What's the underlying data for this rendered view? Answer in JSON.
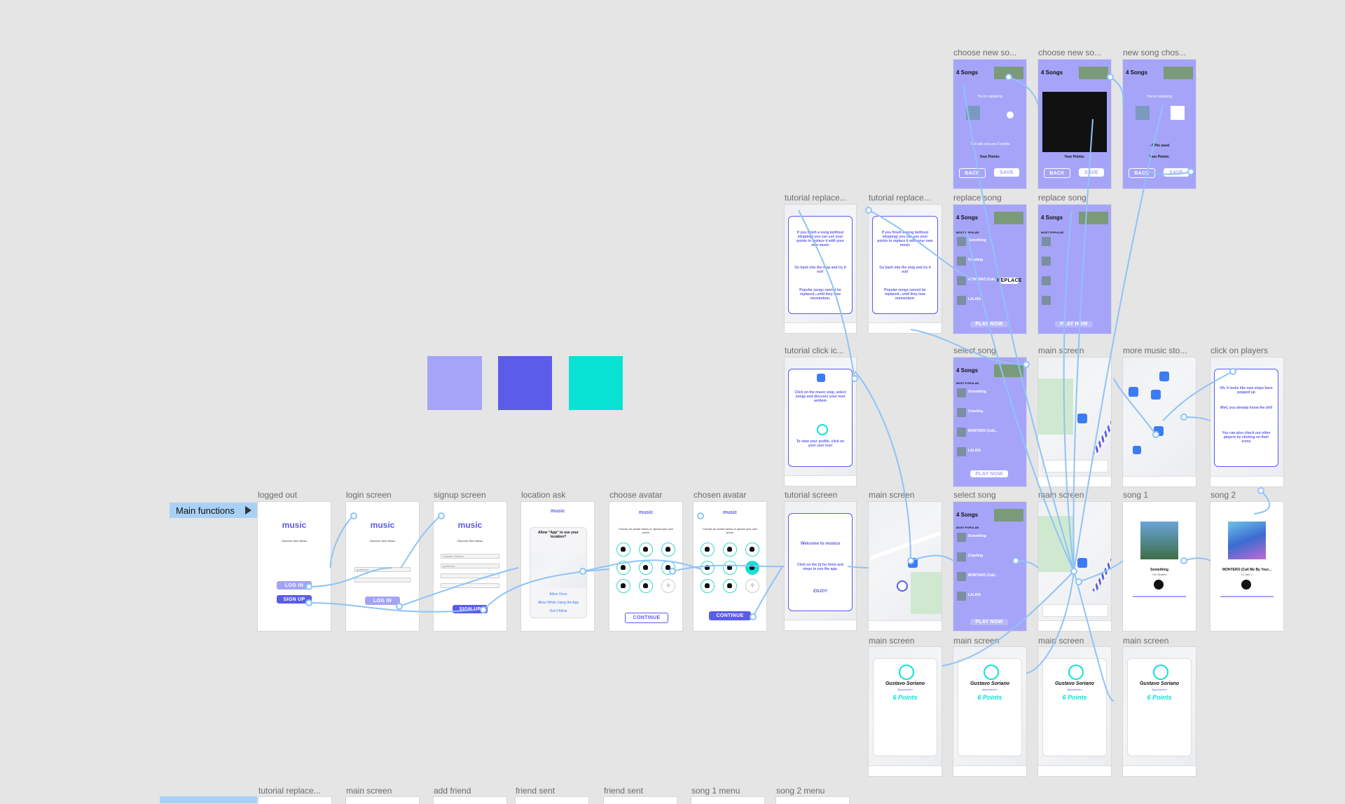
{
  "section_label": "Main functions",
  "colors": {
    "lavender": "#a6a4f9",
    "indigo": "#5b5ce8",
    "teal": "#09e3d6",
    "wire": "#8fc3f7",
    "canvas": "#e5e5e5"
  },
  "frame_labels": {
    "logged_out": "logged out",
    "login_screen": "login screen",
    "signup_screen": "signup screen",
    "location_ask": "location ask",
    "choose_avatar": "choose avatar",
    "chosen_avatar": "chosen avatar",
    "tutorial_screen": "tutorial screen",
    "main_screen_1": "main screen",
    "select_song_1": "select song",
    "main_screen_2": "main screen",
    "song_1": "song 1",
    "song_2": "song 2",
    "tutorial_click": "tutorial click ic...",
    "select_song_2": "select song",
    "main_screen_3": "main screen",
    "more_music": "more music sto...",
    "click_players": "click on players",
    "tutorial_replace_1": "tutorial replace...",
    "tutorial_replace_2": "tutorial replace...",
    "replace_song_1": "replace song",
    "replace_song_2": "replace song",
    "choose_new_1": "choose new so...",
    "choose_new_2": "choose new so...",
    "new_song_chosen": "new song chos...",
    "profile_1": "main screen",
    "profile_2": "main screen",
    "profile_3": "main screen",
    "profile_4": "main screen",
    "bottom_1": "tutorial replace...",
    "bottom_2": "main screen",
    "bottom_3": "add friend",
    "bottom_4": "friend sent",
    "bottom_5": "friend sent",
    "bottom_6": "song 1 menu",
    "bottom_7": "song 2 menu"
  },
  "app": {
    "logo": "music",
    "tagline": "Discover New Music",
    "login": "LOG IN",
    "signup": "SIGN UP",
    "username_value": "Gustavo Soriano",
    "user_handle": "gustavdro",
    "location_title": "Allow “App” to use your location?",
    "allow_once": "Allow Once",
    "allow_while": "Allow While Using the App",
    "dont_allow": "Don’t Allow",
    "choose_avatar_text": "Choose an avatar below or upload your own photo",
    "continue": "CONTINUE",
    "tutorial_welcome": "Welcome to musico",
    "tutorial_hint": "Click on the (i) for hints and steps to use the app.",
    "enjoy": "ENJOY",
    "tutorial_click_text": "Click on the music stop, select songs and discover your next anthem",
    "tutorial_profile_text": "To view your profile, click on your user icon",
    "tutorial_replace_text": "If you finish a song (without skipping) you can use your points to replace it with your own music",
    "tutorial_go_back": "Go back into the stop and try it out!",
    "tutorial_popular": "Popular songs cannot be replaced...until they lose momentum.",
    "songs_count": "4 Songs",
    "most_popular": "MOST POPULAR",
    "songs": [
      "Something",
      "Crawling",
      "MONTERO (Call...",
      "LALISA"
    ],
    "play_now": "PLAY NOW",
    "replace": "REPLACE",
    "youre_replacing": "You're replacing",
    "cost_text": "This will cost you 5 points",
    "your_points": "Your Points:",
    "back": "BACK",
    "save": "SAVE",
    "pts_used": "- 5 Pts used",
    "players_text1": "Oh, It looks like new stops have popped up",
    "players_text2": "Well, you already know the drill",
    "players_text3": "You can also check out other players by clicking on their icons",
    "song1_title": "Something",
    "song1_artist": "The Beatles",
    "song2_title": "MONTERO (Call Me By Your...",
    "song2_artist": "Lil Nas X",
    "profile_name": "Gustavo Soriano",
    "profile_handle": "@gustavdro",
    "profile_points": "6 Points"
  }
}
